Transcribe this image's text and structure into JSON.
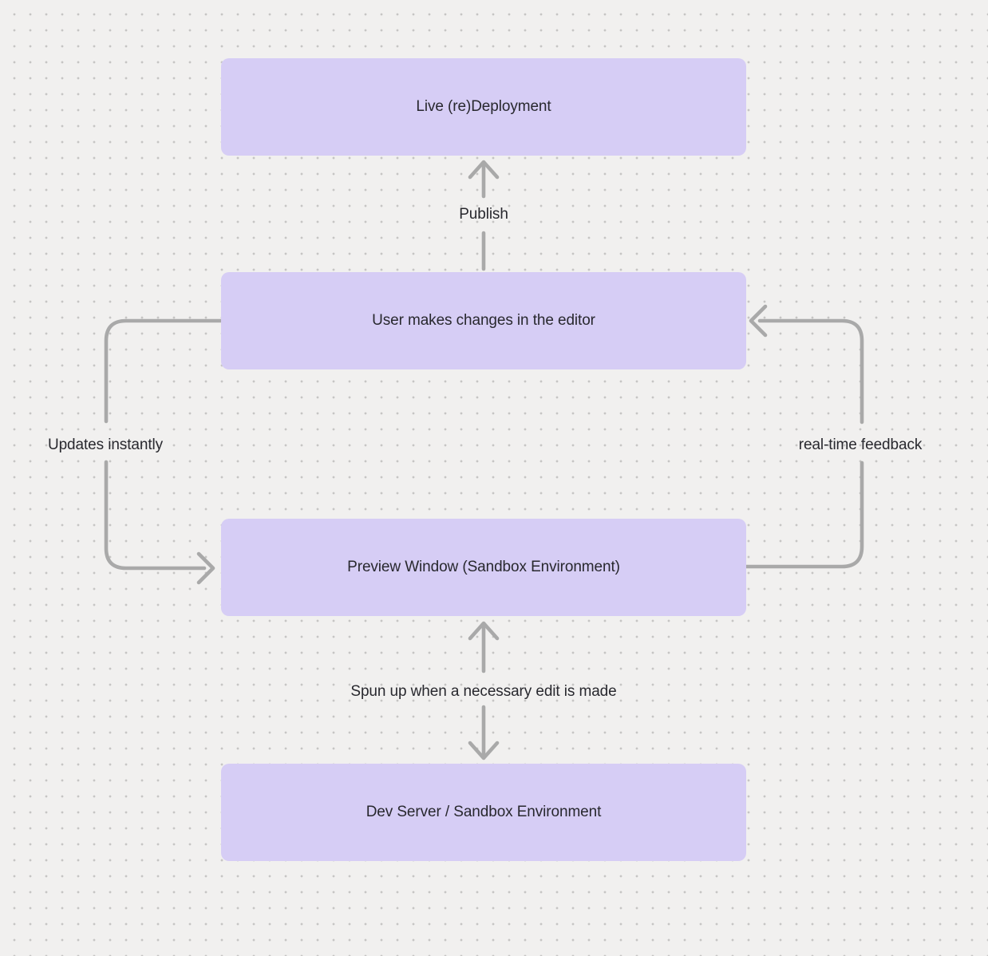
{
  "diagram": {
    "nodes": [
      {
        "id": "live-redeployment",
        "label": "Live (re)Deployment"
      },
      {
        "id": "editor-changes",
        "label": "User makes changes in the editor"
      },
      {
        "id": "preview-window",
        "label": "Preview Window (Sandbox Environment)"
      },
      {
        "id": "dev-server",
        "label": "Dev Server / Sandbox Environment"
      }
    ],
    "edges": [
      {
        "label": "Publish",
        "from": "editor-changes",
        "to": "live-redeployment",
        "direction": "up"
      },
      {
        "label": "Updates instantly",
        "from": "editor-changes",
        "to": "preview-window",
        "direction": "left-loop-down"
      },
      {
        "label": "real-time feedback",
        "from": "preview-window",
        "to": "editor-changes",
        "direction": "right-loop-up"
      },
      {
        "label": "Spun up when a necessary edit is made",
        "from": "preview-window",
        "to": "dev-server",
        "direction": "bidirectional"
      }
    ],
    "colors": {
      "background": "#f1f0ef",
      "dot_grid": "#c6c5c4",
      "node_fill": "#d6cdf5",
      "connector": "#a9a9a9",
      "text": "#28282e"
    }
  }
}
